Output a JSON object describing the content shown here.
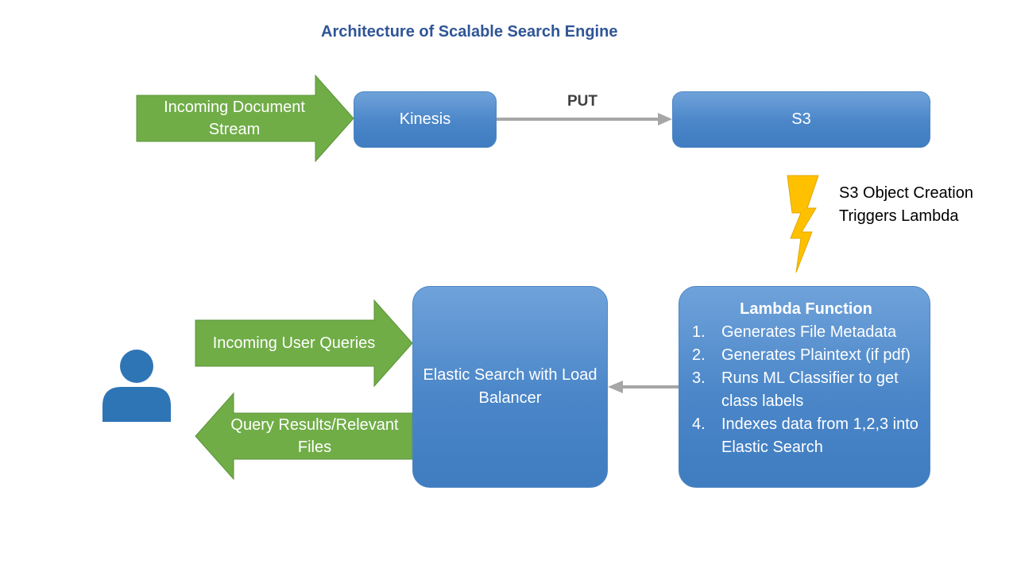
{
  "title": "Architecture of Scalable Search Engine",
  "colors": {
    "title": "#2f5597",
    "green_arrow": "#70ad47",
    "blue_box": "#4a86c8",
    "gray_connector": "#a6a6a6",
    "lightning": "#ffc000",
    "person": "#2e75b6"
  },
  "nodes": {
    "kinesis": "Kinesis",
    "s3": "S3",
    "elastic": "Elastic Search with Load Balancer"
  },
  "arrows": {
    "incoming_document_stream": "Incoming Document Stream",
    "incoming_user_queries": "Incoming User Queries",
    "query_results": "Query Results/Relevant Files",
    "put": "PUT"
  },
  "trigger": {
    "label": "S3 Object Creation Triggers Lambda",
    "icon": "lightning-bolt-icon"
  },
  "lambda": {
    "title": "Lambda Function",
    "steps": [
      {
        "num": "1.",
        "text": "Generates File Metadata"
      },
      {
        "num": "2.",
        "text": "Generates Plaintext (if pdf)"
      },
      {
        "num": "3.",
        "text": "Runs ML Classifier to get class labels"
      },
      {
        "num": "4.",
        "text": "Indexes data from 1,2,3 into Elastic Search"
      }
    ]
  },
  "user": {
    "icon": "user-icon"
  }
}
